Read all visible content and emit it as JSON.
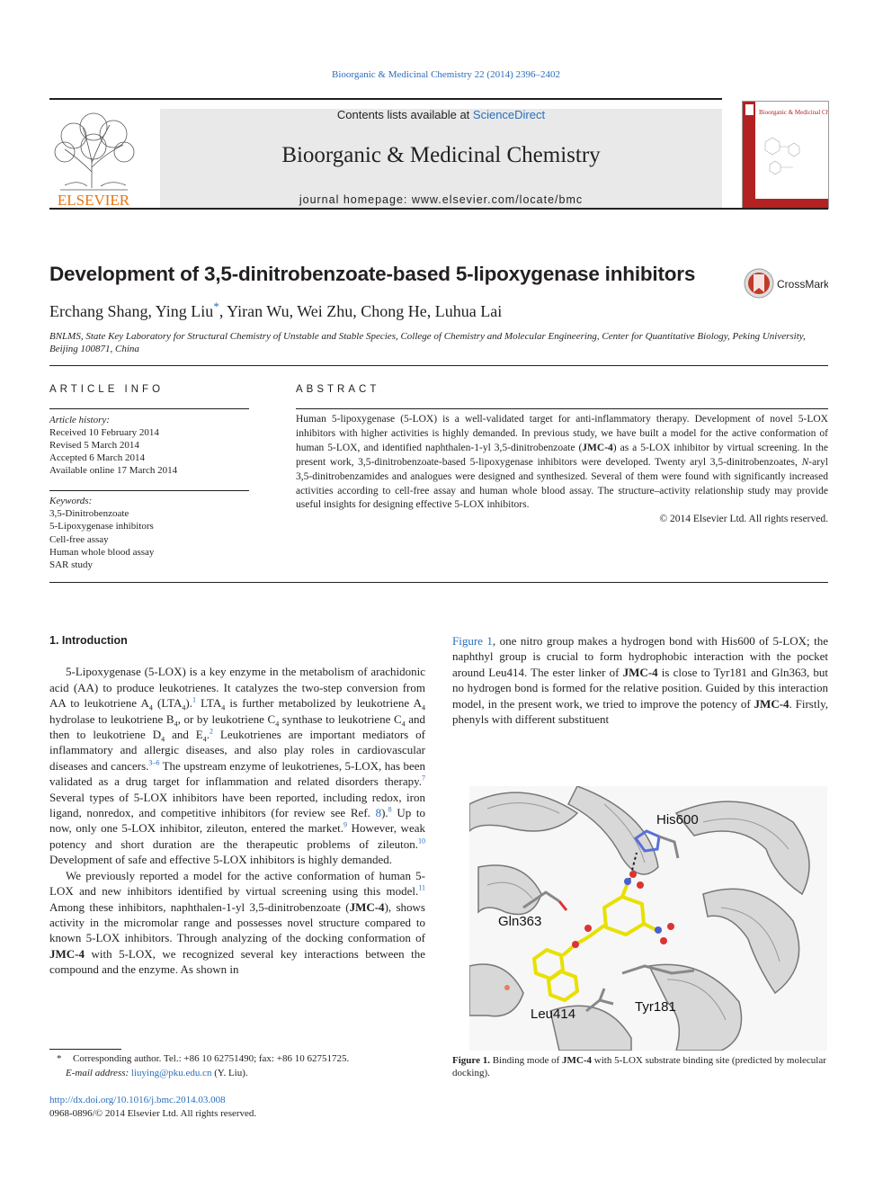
{
  "journal_ref": "Bioorganic & Medicinal Chemistry 22 (2014) 2396–2402",
  "header": {
    "contents_prefix": "Contents lists available at ",
    "contents_link": "ScienceDirect",
    "journal_title": "Bioorganic & Medicinal Chemistry",
    "homepage_prefix": "journal homepage: ",
    "homepage_url": "www.elsevier.com/locate/bmc",
    "publisher": "ELSEVIER",
    "cover_title": "Bioorganic & Medicinal Chemistry"
  },
  "article": {
    "title": "Development of 3,5-dinitrobenzoate-based 5-lipoxygenase inhibitors",
    "crossmark": "CrossMark",
    "authors_a": "Erchang Shang, Ying Liu",
    "author_mark": "*",
    "authors_b": ", Yiran Wu, Wei Zhu, Chong He, Luhua Lai",
    "affiliation": "BNLMS, State Key Laboratory for Structural Chemistry of Unstable and Stable Species, College of Chemistry and Molecular Engineering, Center for Quantitative Biology, Peking University, Beijing 100871, China"
  },
  "info": {
    "heading": "ARTICLE INFO",
    "history_label": "Article history:",
    "received": "Received 10 February 2014",
    "revised": "Revised 5 March 2014",
    "accepted": "Accepted 6 March 2014",
    "online": "Available online 17 March 2014",
    "keywords_label": "Keywords:",
    "keywords": [
      "3,5-Dinitrobenzoate",
      "5-Lipoxygenase inhibitors",
      "Cell-free assay",
      "Human whole blood assay",
      "SAR study"
    ]
  },
  "abstract": {
    "heading": "ABSTRACT",
    "p1": "Human 5-lipoxygenase (5-LOX) is a well-validated target for anti-inflammatory therapy. Development of novel 5-LOX inhibitors with higher activities is highly demanded. In previous study, we have built a model for the active conformation of human 5-LOX, and identified naphthalen-1-yl 3,5-dinitrobenzoate (",
    "jmc": "JMC-4",
    "p2": ") as a 5-LOX inhibitor by virtual screening. In the present work, 3,5-dinitrobenzoate-based 5-lipoxygenase inhibitors were developed. Twenty aryl 3,5-dinitrobenzoates, ",
    "naryl": "N",
    "p3": "-aryl 3,5-dinitrobenzamides and analogues were designed and synthesized. Several of them were found with significantly increased activities according to cell-free assay and human whole blood assay. The structure–activity relationship study may provide useful insights for designing effective 5-LOX inhibitors.",
    "copyright": "© 2014 Elsevier Ltd. All rights reserved."
  },
  "intro": {
    "heading": "1. Introduction",
    "p1": [
      "5-Lipoxygenase (5-LOX) is a key enzyme in the metabolism of arachidonic acid (AA) to produce leukotrienes. It catalyzes the two-step conversion from AA to leukotriene A",
      "4",
      " (LTA",
      "4",
      ").",
      "1",
      " LTA",
      "4",
      " is further metabolized by leukotriene A",
      "4",
      " hydrolase to leukotriene B",
      "4",
      ", or by leukotriene C",
      "4",
      " synthase to leukotriene C",
      "4",
      " and then to leukotriene D",
      "4",
      " and E",
      "4",
      ".",
      "2",
      " Leukotrienes are important mediators of inflammatory and allergic diseases, and also play roles in cardiovascular diseases and cancers.",
      "3–6",
      " The upstream enzyme of leukotrienes, 5-LOX, has been validated as a drug target for inflammation and related disorders therapy.",
      "7",
      " Several types of 5-LOX inhibitors have been reported, including redox, iron ligand, nonredox, and competitive inhibitors (for review see Ref. ",
      "8",
      ").",
      "8",
      " Up to now, only one 5-LOX inhibitor, zileuton, entered the market.",
      "9",
      " However, weak potency and short duration are the therapeutic problems of zileuton.",
      "10",
      " Development of safe and effective 5-LOX inhibitors is highly demanded."
    ],
    "p2a": "We previously reported a model for the active conformation of human 5-LOX and new inhibitors identified by virtual screening using this model.",
    "p2ref": "11",
    "p2b": " Among these inhibitors, naphthalen-1-yl 3,5-dinitrobenzoate (",
    "p2c": "), shows activity in the micromolar range and possesses novel structure compared to known 5-LOX inhibitors. Through analyzing of the docking conformation of ",
    "p2d": " with 5-LOX, we recognized several key interactions between the compound and the enzyme. As shown in ",
    "fig_link": "Figure 1",
    "p2e": ", one nitro group makes a hydrogen bond with His600 of 5-LOX; the naphthyl group is crucial to form hydrophobic interaction with the pocket around Leu414. The ester linker of ",
    "p2f": " is close to Tyr181 and Gln363, but no hydrogen bond is formed for the relative position. Guided by this interaction model, in the present work, we tried to improve the potency of ",
    "p2g": ". Firstly, phenyls with different substituent",
    "jmc": "JMC-4"
  },
  "figure": {
    "labels": [
      "His600",
      "Gln363",
      "Leu414",
      "Tyr181"
    ],
    "caption_label": "Figure 1.",
    "caption_a": " Binding mode of ",
    "caption_b": " with 5-LOX substrate binding site (predicted by molecular docking)."
  },
  "footnote": {
    "marker": "*",
    "text": "Corresponding author. Tel.: +86 10 62751490; fax: +86 10 62751725.",
    "email_label": "E-mail address: ",
    "email": "liuying@pku.edu.cn",
    "email_suffix": " (Y. Liu)."
  },
  "doi": "http://dx.doi.org/10.1016/j.bmc.2014.03.008",
  "issn": "0968-0896/© 2014 Elsevier Ltd. All rights reserved.",
  "colors": {
    "link": "#2a6ebb",
    "elsevier": "#e87511",
    "cover": "#b22222",
    "ligand": "#e8e000"
  }
}
